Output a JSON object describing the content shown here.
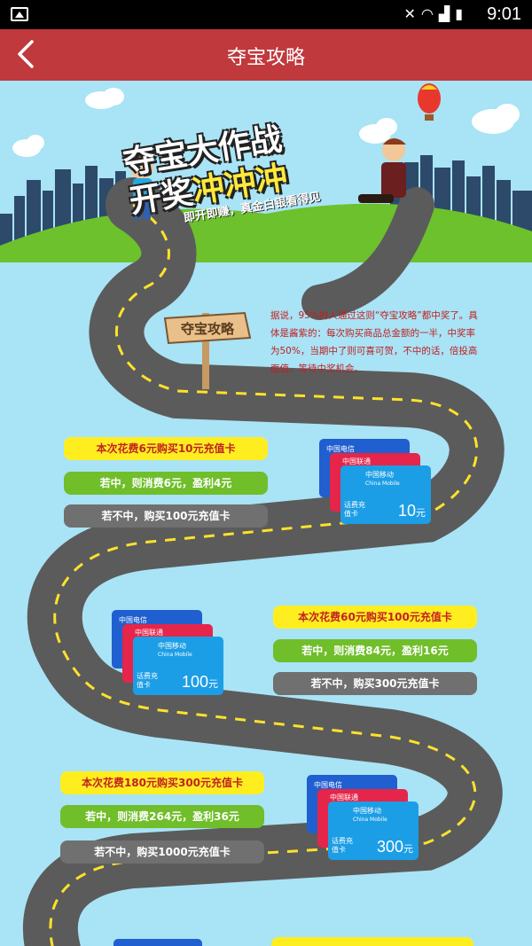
{
  "status_bar": {
    "time": "9:01"
  },
  "app_bar": {
    "title": "夺宝攻略"
  },
  "poster": {
    "title_line1": "夺宝大作战",
    "title_line2_prefix": "开奖",
    "title_line2_highlight": "冲冲冲",
    "subtitle": "即开即赚，真金白银看得见",
    "sign": "夺宝攻略",
    "intro": "据说，95%的人通过这则“夺宝攻略”都中奖了。具体是酱紫的：每次购买商品总金额的一半，中奖率为50%，当期中了则可喜可贺，不中的话，倍投高面值，等待中奖机会。"
  },
  "tiers": [
    {
      "headline": "本次花费6元购买10元充值卡",
      "win": "若中，则消费6元，盈利4元",
      "lose": "若不中，购买100元充值卡",
      "card_value": "10",
      "card_unit": "元"
    },
    {
      "headline": "本次花费60元购买100元充值卡",
      "win": "若中，则消费84元，盈利16元",
      "lose": "若不中，购买300元充值卡",
      "card_value": "100",
      "card_unit": "元"
    },
    {
      "headline": "本次花费180元购买300元充值卡",
      "win": "若中，则消费264元，盈利36元",
      "lose": "若不中，购买1000元充值卡",
      "card_value": "300",
      "card_unit": "元"
    }
  ],
  "card_labels": {
    "telecom": "中国电信",
    "unicom": "中国联通",
    "mobile": "中国移动",
    "mobile_en": "China Mobile",
    "kind": "话费充值卡"
  },
  "colors": {
    "app_bar": "#c0393d",
    "sky": "#a9e3f6",
    "road": "#5b5b5b",
    "grass": "#6cc12c",
    "pill_yellow": "#ffee1f",
    "pill_green": "#6fbe2a",
    "pill_gray": "#707070"
  }
}
